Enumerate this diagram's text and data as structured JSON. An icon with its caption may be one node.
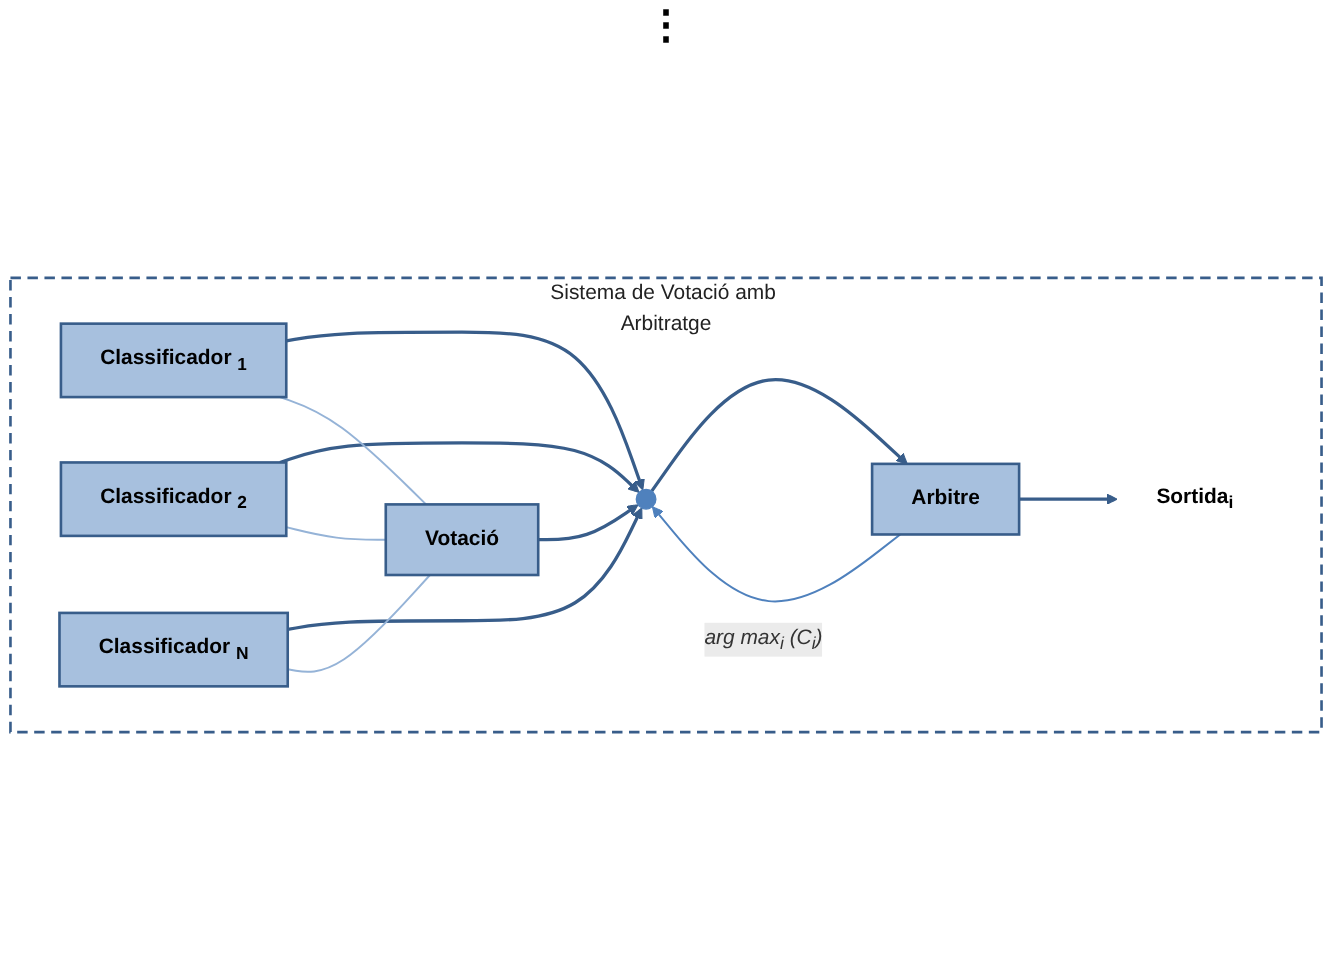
{
  "diagram": {
    "nodes": [
      {
        "text": [
          "Sistema de Votació amb Arbitratge"
        ]
      },
      {
        "text": [
          "Classificador $_{1}$"
        ],
        "in": 0
      },
      {
        "text": [
          "Classificador $_{2}$"
        ],
        "in": 0
      },
      {
        "text": [
          "Classificador $_{N}$"
        ],
        "in": 0
      },
      {
        "text": [
          "Votació"
        ],
        "in": 0
      },
      {
        "text": [],
        "shape": "circle",
        "in": 0
      },
      {
        "text": [
          "Arbitre"
        ],
        "in": 0
      },
      {
        "text": [
          "Sortida$_{i}$"
        ],
        "in": 0
      }
    ],
    "edges": [
      {
        "from": 1,
        "to": 5,
        "arrow": "to"
      },
      {
        "from": 2,
        "to": 5,
        "arrow": "to"
      },
      {
        "from": 3,
        "to": 5,
        "arrow": "to"
      },
      {
        "from": 4,
        "to": 5,
        "arrow": "to"
      },
      {
        "from": 5,
        "to": 6,
        "arrow": "to"
      },
      {
        "from": 6,
        "to": 5,
        "arrow": "to",
        "label": "arg max$_{i}$ (C$_{i}$)",
        "color": "#4f81bd"
      },
      {
        "from": 6,
        "to": 7,
        "arrow": "to"
      },
      {
        "from": 1,
        "to": 4,
        "arrow": "none",
        "color": "#95b3d7"
      },
      {
        "from": 2,
        "to": 4,
        "arrow": "none",
        "color": "#95b3d7"
      },
      {
        "from": 3,
        "to": 4,
        "arrow": "none",
        "color": "#95b3d7"
      }
    ],
    "labels": [
      "⋮"
    ]
  }
}
